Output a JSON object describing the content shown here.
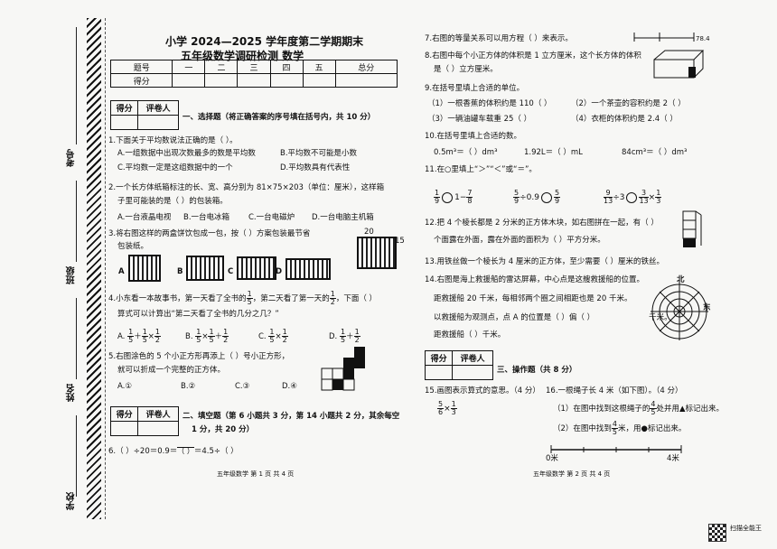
{
  "header": {
    "title_line1": "小学 2024—2025 学年度第二学期期末",
    "title_line2": "五年级数学调研检测  数学"
  },
  "score_table": {
    "headers": [
      "题号",
      "一",
      "二",
      "三",
      "四",
      "五",
      "总分"
    ],
    "row_label": "得分"
  },
  "grader": {
    "score": "得分",
    "grader": "评卷人"
  },
  "side_labels": [
    "考号",
    "班级",
    "姓名",
    "学校"
  ],
  "section1": {
    "title": "一、选择题（将正确答案的序号填在括号内，共 10 分）",
    "q1": "1.下面关于平均数说法正确的是（     ）。",
    "q1_a": "A.一组数据中出现次数最多的数是平均数",
    "q1_b": "B.平均数不可能是小数",
    "q1_c": "C.平均数一定是这组数据中的一个",
    "q1_d": "D.平均数具有代表性",
    "q2": "2.一个长方体纸箱标注的长、宽、高分别为 81×75×203（单位：厘米），这样箱",
    "q2_cont": "子里可能装的是（     ）的包装箱。",
    "q2_a": "A.一台液晶电视",
    "q2_b": "B.一台电冰箱",
    "q2_c": "C.一台电磁炉",
    "q2_d": "D.一台电脑主机箱",
    "q3": "3.将右图这样的两盒饼饮包成一包，按（     ）方案包装最节省",
    "q3_cont": "包装纸。",
    "q3_opts": [
      "A",
      "B",
      "C",
      "D"
    ],
    "q3_dims": [
      "20",
      "15"
    ],
    "q4": "4.小东看一本故事书，第一天看了全书的",
    "q4_mid": "，第二天看了第一天的",
    "q4_end": "，下面（     ）",
    "q4_cont": "算式可以计算出“第二天看了全书的几分之几？”",
    "q5": "5.右图涂色的 5 个小正方形再添上（     ）号小正方形，",
    "q5_cont": "就可以折成一个完整的正方体。",
    "q5_a": "A.①",
    "q5_b": "B.②",
    "q5_c": "C.③",
    "q5_d": "D.④"
  },
  "section2": {
    "title": "二、填空题（第 6 小题共 3 分，第 14 小题共 2 分，其余每空",
    "title_cont": "1 分，共 20 分）",
    "q6": "6.（     ）÷20＝0.9＝",
    "q6_end": "＝4.5÷（     ）",
    "q7": "7.右图的等量关系可以用方程（                ）来表示。",
    "q7_val": "78.4",
    "q8": "8.右图中每个小正方体的体积是 1 立方厘米，这个长方体的体积",
    "q8_cont": "是（     ）立方厘米。",
    "q9": "9.在括号里填上合适的单位。",
    "q9_1": "（1）一根香蕉的体积约是 110（     ）",
    "q9_2": "（2）一个茶壶的容积约是 2（     ）",
    "q9_3": "（3）一辆油罐车载重 25（     ）",
    "q9_4": "（4）衣柜的体积约是 2.4（     ）",
    "q10": "10.在括号里填上合适的数。",
    "q10_1": "0.5m³＝（     ）dm³",
    "q10_2": "1.92L＝（     ）mL",
    "q10_3": "84cm³＝（     ）dm³",
    "q11": "11.在○里填上“＞”“＜”或“＝”。",
    "q11_1": "−",
    "q11_2": "÷0.9",
    "q11_3": "÷3",
    "q11_4": "×",
    "q12": "12.把 4 个棱长都是 2 分米的正方体木块，如右图拼在一起，有（     ）",
    "q12_cont": "个面露在外面，露在外面的面积为（     ）平方分米。",
    "q13": "13.用铁丝做一个棱长为 4 厘米的正方体，至少需要（     ）厘米的铁丝。",
    "q14": "14.右图是海上救援船的雷达屏幕，中心点是这艘救援船的位置。",
    "q14_cont": "距救援船 20 千米，每相邻两个圈之间相距也是 20 千米。",
    "q14_a": "以救援船为观测点，点 A 的位置是（     ）偏（     ）",
    "q14_a_end": "千米。",
    "q14_b": "距救援船（     ）千米。",
    "radar_n": "北",
    "radar_e": "东"
  },
  "section3": {
    "title": "三、操作题（共 8 分）",
    "q15": "15.画图表示算式的意思。（4 分）",
    "q15_expr": "×",
    "q16": "16.一根绳子长 4 米（如下图）。（4 分）",
    "q16_1": "（1）在图中找到这根绳子的",
    "q16_1_end": "处并用▲标记出来。",
    "q16_2": "（2）在图中找到",
    "q16_2_end": "米，用●标记出来。",
    "axis_start": "0米",
    "axis_end": "4米"
  },
  "footer": {
    "p1": "五年级数学    第 1 页  共 4 页",
    "p2": "五年级数学    第 2 页  共 4 页",
    "scan": "扫描全能王"
  },
  "fractions": {
    "one_fifth": [
      "1",
      "5"
    ],
    "one_half": [
      "1",
      "2"
    ],
    "one_ninth": [
      "1",
      "9"
    ],
    "seven_eighths": [
      "7",
      "8"
    ],
    "five_ninths": [
      "5",
      "9"
    ],
    "nine_thirteenths": [
      "9",
      "13"
    ],
    "three_thirteenths": [
      "3",
      "13"
    ],
    "one_third": [
      "1",
      "3"
    ],
    "five_sixths": [
      "5",
      "6"
    ],
    "four_fifths": [
      "4",
      "5"
    ],
    "x_blank": [
      "",
      "（   ）"
    ]
  }
}
